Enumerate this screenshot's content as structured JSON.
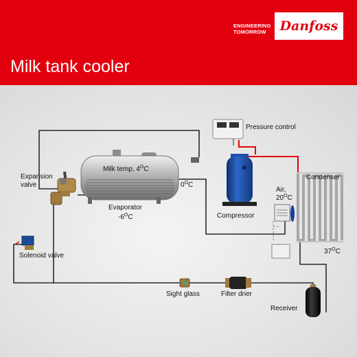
{
  "header": {
    "tagline_line1": "ENGINEERING",
    "tagline_line2": "TOMORROW",
    "logo": "Danfoss",
    "title": "Milk tank cooler",
    "color": "#e2000f"
  },
  "labels": {
    "milk_temp": "Milk temp, 4",
    "milk_temp_unit": "C",
    "expansion_valve_line1": "Expansion",
    "expansion_valve_line2": "valve",
    "zero_temp": "0",
    "zero_temp_unit": "C",
    "evaporator": "Evaporator",
    "evap_temp": "-6",
    "evap_temp_unit": "C",
    "pressure_control": "Pressure control",
    "compressor": "Compressor",
    "air_line1": "Air,",
    "air_temp": "20",
    "air_temp_unit": "C",
    "condenser": "Condenser",
    "cond_temp": "37",
    "cond_temp_unit": "C",
    "solenoid_valve": "Solenoid valve",
    "sight_glass": "Sight glass",
    "filter_drier": "Filter drier",
    "receiver": "Receiver",
    "degree": "O"
  },
  "colors": {
    "pipe": "#2a2a2a",
    "hot_gas": "#e2000f",
    "compressor": "#1c4fa8",
    "tank": "#a9a9a9"
  }
}
